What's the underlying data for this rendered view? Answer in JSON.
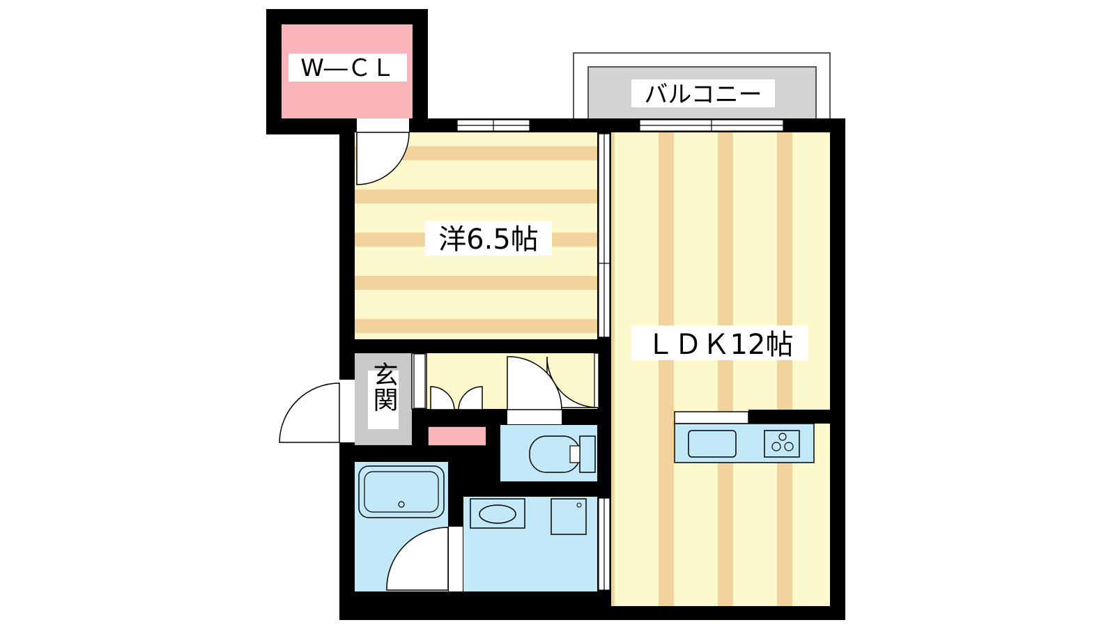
{
  "floorplan": {
    "rooms": {
      "wcl": {
        "label": "W―ＣＬ"
      },
      "balcony": {
        "label": "バルコニー"
      },
      "western_room": {
        "label": "洋6.5帖"
      },
      "ldk": {
        "label": "ＬＤＫ12帖"
      },
      "entrance": {
        "label": "玄関"
      }
    },
    "colors": {
      "wall": "#000000",
      "closet": "#f8b4b8",
      "floor_light": "#fef8cd",
      "floor_dark": "#f2d39c",
      "water_area": "#c3e9f8",
      "entrance_floor": "#c9c9c9",
      "balcony_floor": "#d3d3d3"
    }
  }
}
